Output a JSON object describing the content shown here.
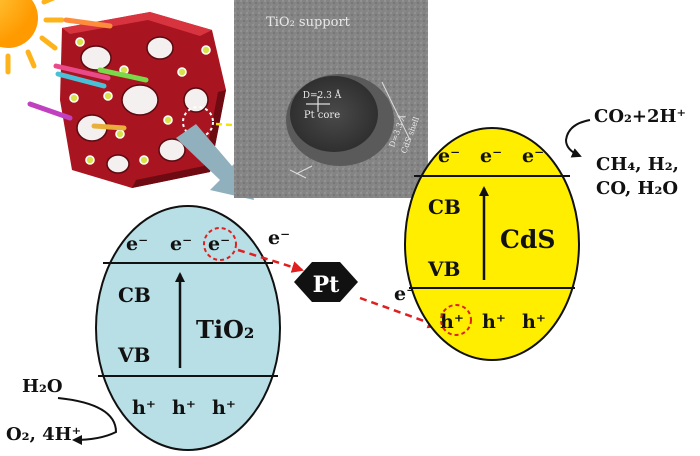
{
  "colors": {
    "tio2_fill": "#b8dfe6",
    "cds_fill": "#ffee00",
    "porous_red": "#a8141f",
    "arrow_red": "#e02020",
    "pt_fill": "#111111",
    "highlight_yellow": "#f2e400",
    "sun": "#ffb31a"
  },
  "tem_image": {
    "title": "TiO₂ support",
    "core_diameter": "D=2.3 Å",
    "core_label": "Pt core",
    "shell_diameter": "D=3.3 Å",
    "shell_label": "CdS shell"
  },
  "tio2": {
    "name": "TiO₂",
    "cb": "CB",
    "vb": "VB",
    "electrons": [
      "e⁻",
      "e⁻",
      "e⁻"
    ],
    "holes": [
      "h⁺",
      "h⁺",
      "h⁺"
    ],
    "reactant": "H₂O",
    "products": "O₂, 4H⁺"
  },
  "pt": {
    "label": "Pt",
    "electron_in": "e⁻",
    "electron_out": "e⁻"
  },
  "cds": {
    "name": "CdS",
    "cb": "CB",
    "vb": "VB",
    "electrons": [
      "e⁻",
      "e⁻",
      "e⁻"
    ],
    "holes": [
      "h⁺",
      "h⁺",
      "h⁺"
    ],
    "reactant": "CO₂+2H⁺",
    "products_line1": "CH₄, H₂,",
    "products_line2": "CO, H₂O"
  }
}
